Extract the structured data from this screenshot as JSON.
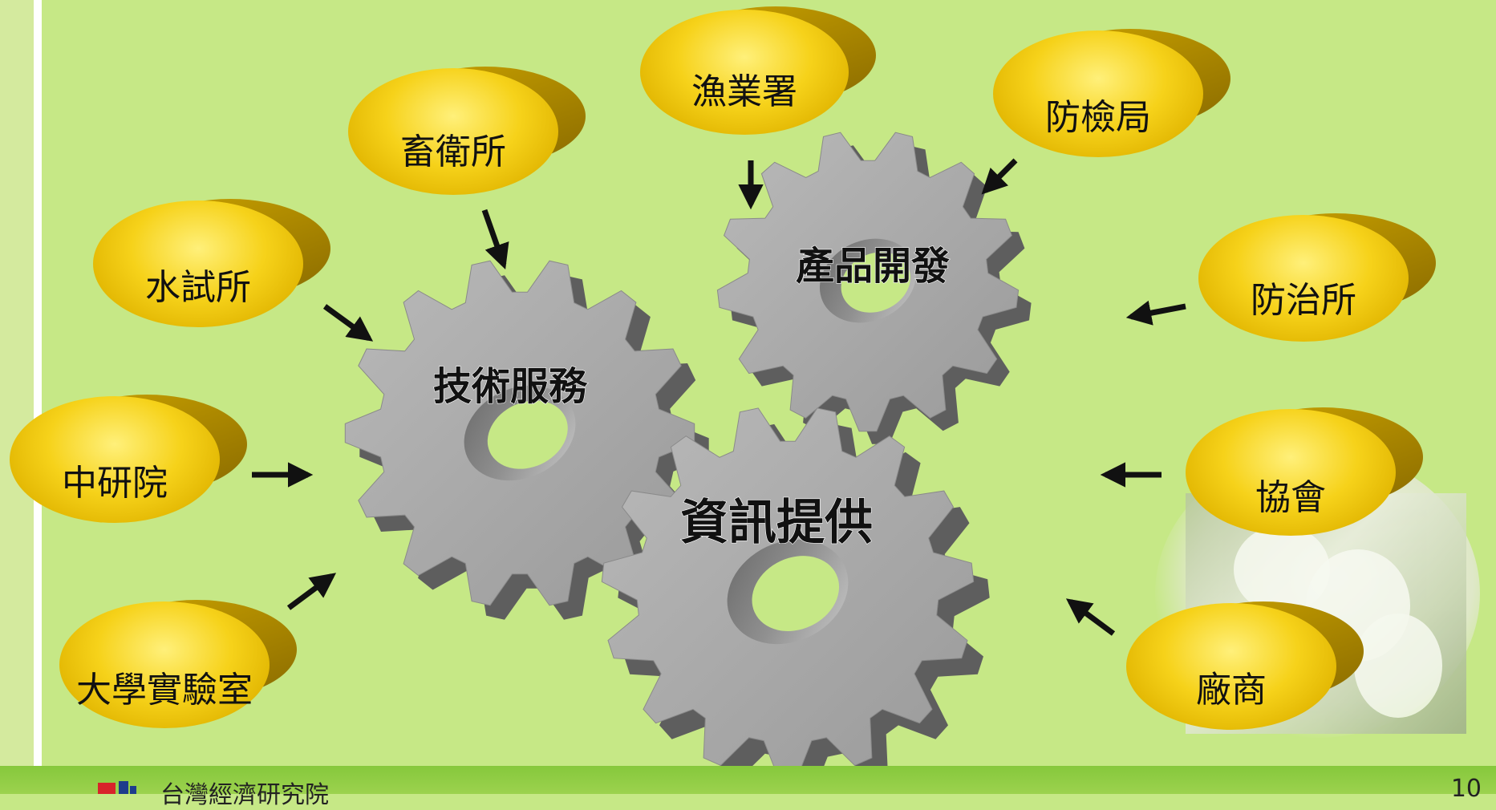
{
  "gears": {
    "tech_service": "技術服務",
    "product_dev": "產品開發",
    "info_provide": "資訊提供"
  },
  "organizations": {
    "fisheries": "漁業署",
    "livestock": "畜衛所",
    "quarantine": "防檢局",
    "water_test": "水試所",
    "pest_control": "防治所",
    "academia_sinica": "中研院",
    "association": "協會",
    "university_lab": "大學實驗室",
    "vendor": "廠商"
  },
  "footer": {
    "institute": "台灣經濟研究院",
    "page_number": "10"
  },
  "colors": {
    "background": "#c6e886",
    "oval": "#f6d21a",
    "gear": "#a8a8a8",
    "footer": "#8cc83f"
  }
}
